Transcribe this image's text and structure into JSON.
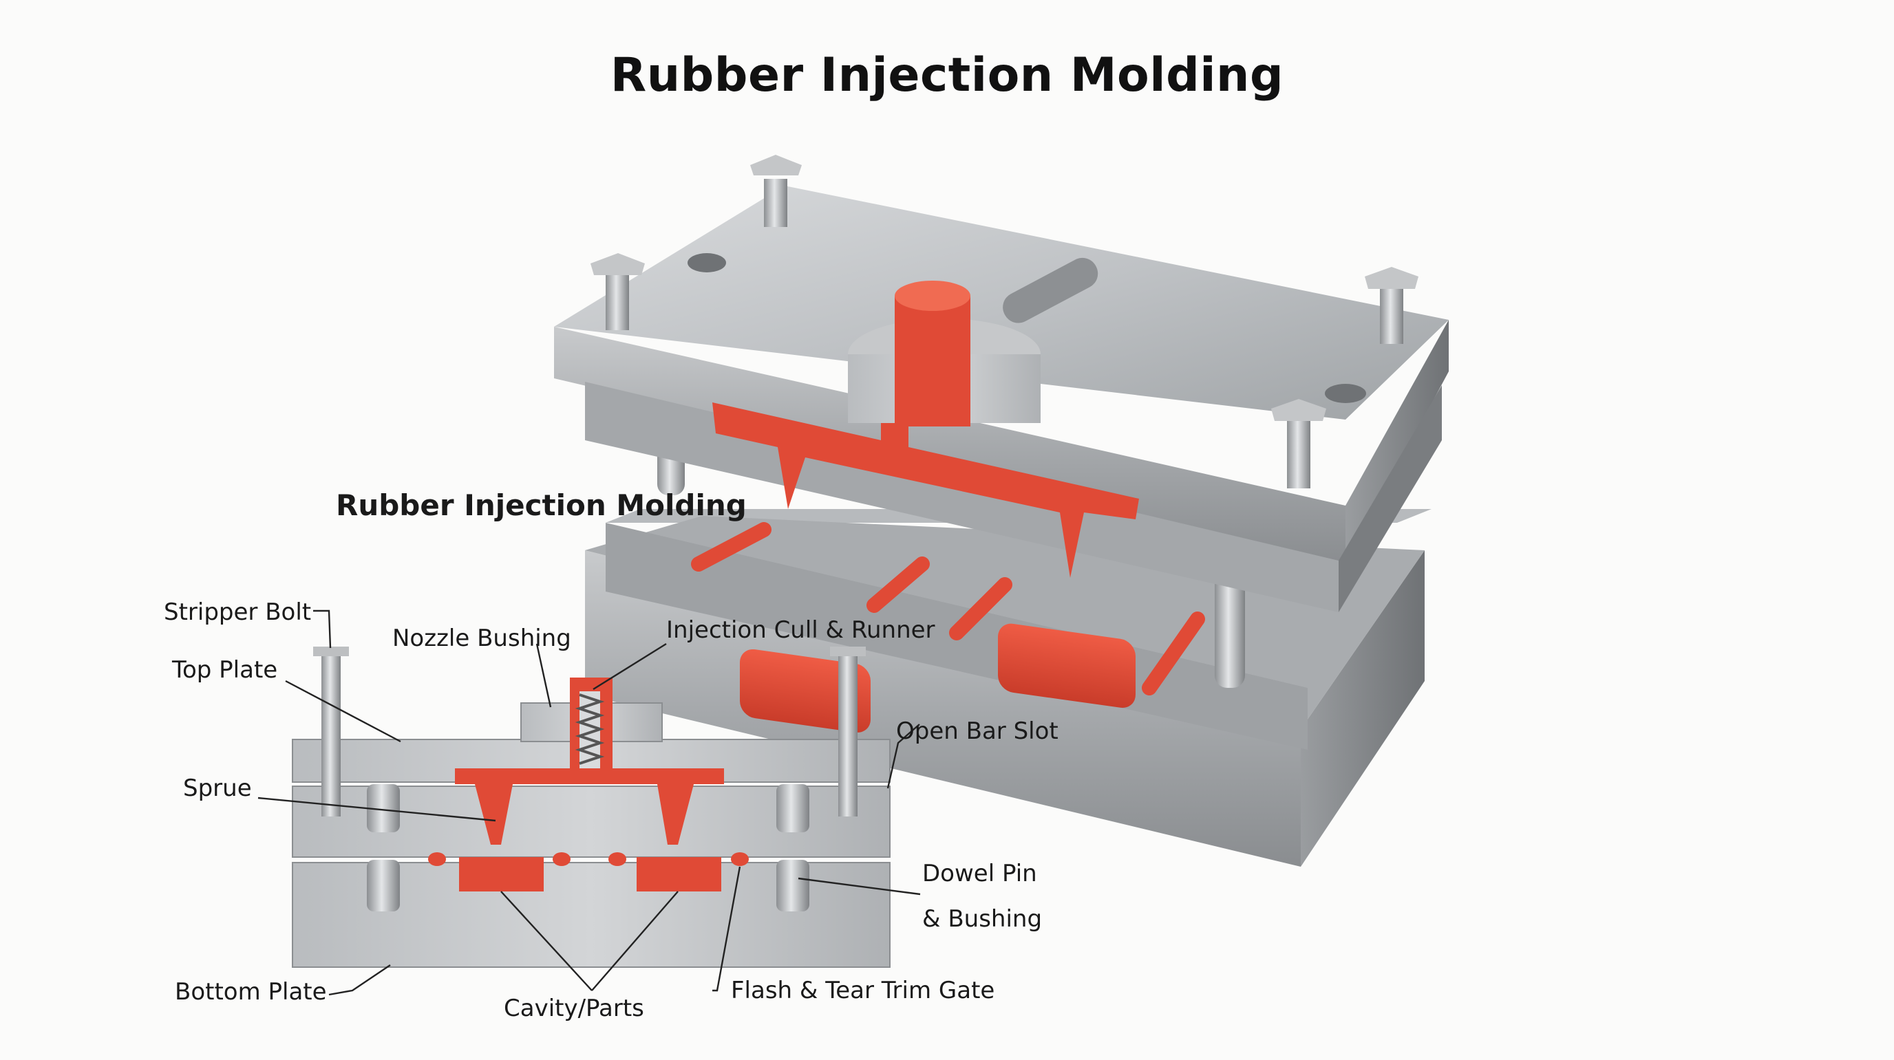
{
  "title": "Rubber Injection Molding",
  "subtitle": "Rubber Injection Molding",
  "callouts": {
    "stripper_bolt": "Stripper Bolt",
    "top_plate": "Top Plate",
    "sprue": "Sprue",
    "nozzle_bushing": "Nozzle Bushing",
    "injection_cull_runner": "Injection Cull & Runner",
    "open_bar_slot": "Open Bar Slot",
    "dowel_pin_line1": "Dowel Pin",
    "dowel_pin_line2": "& Bushing",
    "bottom_plate": "Bottom Plate",
    "cavity_parts": "Cavity/Parts",
    "flash_trim_gate": "Flash & Tear Trim Gate"
  },
  "colors": {
    "rubber": "#e04a36",
    "steel_light": "#cfd1d3",
    "steel_mid": "#a8abae",
    "steel_dark": "#6f7275",
    "text": "#1a1a1a",
    "background": "#fbfbfa"
  }
}
